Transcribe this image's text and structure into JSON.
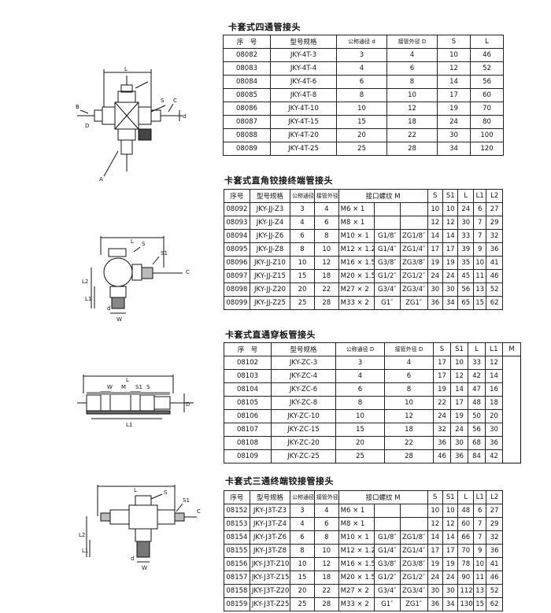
{
  "sections": [
    {
      "title": "卡套式四通管接头",
      "headers": [
        "序　号",
        "型号规格",
        "公称通径 d",
        "接管外径 D",
        "S",
        "L"
      ],
      "rows": [
        [
          "08082",
          "JKY-4T-3",
          "3",
          "4",
          "10",
          "46"
        ],
        [
          "08083",
          "JKY-4T-4",
          "4",
          "6",
          "12",
          "52"
        ],
        [
          "08084",
          "JKY-4T-6",
          "6",
          "8",
          "14",
          "56"
        ],
        [
          "08085",
          "JKY-4T-8",
          "8",
          "10",
          "17",
          "60"
        ],
        [
          "08086",
          "JKY-4T-10",
          "10",
          "12",
          "19",
          "70"
        ],
        [
          "08087",
          "JKY-4T-15",
          "15",
          "18",
          "24",
          "80"
        ],
        [
          "08088",
          "JKY-4T-20",
          "20",
          "22",
          "30",
          "100"
        ],
        [
          "08089",
          "JKY-4T-25",
          "25",
          "28",
          "34",
          "120"
        ]
      ]
    },
    {
      "title": "卡套式直角铰接终端管接头",
      "headers": [
        "序号",
        "型号规格",
        "公称通径 d",
        "接管外径 D",
        "接口螺纹 M",
        "S",
        "S1",
        "L",
        "L1",
        "L2"
      ],
      "rows": [
        [
          "08092",
          "JKY-JJ-Z3",
          "3",
          "4",
          "M6 × 1",
          "",
          "",
          "10",
          "10",
          "24",
          "6",
          "27"
        ],
        [
          "08093",
          "JKY-JJ-Z4",
          "4",
          "6",
          "M8 × 1",
          "",
          "",
          "12",
          "12",
          "30",
          "7",
          "29"
        ],
        [
          "08094",
          "JKY-JJ-Z6",
          "6",
          "8",
          "M10 × 1",
          "G1/8″",
          "ZG1/8″",
          "14",
          "14",
          "33",
          "7",
          "32"
        ],
        [
          "08095",
          "JKY-JJ-Z8",
          "8",
          "10",
          "M12 × 1.25",
          "G1/4″",
          "ZG1/4″",
          "17",
          "17",
          "39",
          "9",
          "36"
        ],
        [
          "08096",
          "JKY-JJ-Z10",
          "10",
          "12",
          "M16 × 1.5",
          "G3/8″",
          "ZG3/8″",
          "19",
          "19",
          "35",
          "10",
          "41"
        ],
        [
          "08097",
          "JKY-JJ-Z15",
          "15",
          "18",
          "M20 × 1.5",
          "G1/2″",
          "ZG1/2″",
          "24",
          "24",
          "45",
          "11",
          "46"
        ],
        [
          "08098",
          "JKY-JJ-Z20",
          "20",
          "22",
          "M27 × 2",
          "G3/4″",
          "ZG3/4″",
          "30",
          "30",
          "56",
          "13",
          "52"
        ],
        [
          "08099",
          "JKY-JJ-Z25",
          "25",
          "28",
          "M33 × 2",
          "G1″",
          "ZG1″",
          "36",
          "34",
          "65",
          "15",
          "62"
        ]
      ]
    },
    {
      "title": "卡套式直通穿板管接头",
      "headers": [
        "序　号",
        "型号规格",
        "公称通径 D",
        "接管外径 D",
        "S",
        "S1",
        "L",
        "L1",
        "M"
      ],
      "rows": [
        [
          "08102",
          "JKY-ZC-3",
          "3",
          "4",
          "17",
          "10",
          "33",
          "12"
        ],
        [
          "08103",
          "JKY-ZC-4",
          "4",
          "6",
          "17",
          "12",
          "42",
          "14"
        ],
        [
          "08104",
          "JKY-ZC-6",
          "6",
          "8",
          "19",
          "14",
          "47",
          "16"
        ],
        [
          "08105",
          "JKY-ZC-8",
          "8",
          "10",
          "22",
          "17",
          "48",
          "18"
        ],
        [
          "08106",
          "JKY-ZC-10",
          "10",
          "12",
          "24",
          "19",
          "50",
          "20"
        ],
        [
          "08107",
          "JKY-ZC-15",
          "15",
          "18",
          "32",
          "24",
          "56",
          "30"
        ],
        [
          "08108",
          "JKY-ZC-20",
          "20",
          "22",
          "36",
          "30",
          "68",
          "36"
        ],
        [
          "08109",
          "JKY-ZC-25",
          "25",
          "28",
          "46",
          "36",
          "84",
          "42"
        ]
      ]
    },
    {
      "title": "卡套式三通终端铰接管接头",
      "headers": [
        "序号",
        "型号规格",
        "公称通径 d",
        "接管外径 D",
        "接口螺纹 M",
        "S",
        "S1",
        "L",
        "L1",
        "L2"
      ],
      "rows": [
        [
          "08152",
          "JKY-J3T-Z3",
          "3",
          "4",
          "M6 × 1",
          "",
          "",
          "10",
          "10",
          "48",
          "6",
          "27"
        ],
        [
          "08153",
          "JKY-J3T-Z4",
          "4",
          "6",
          "M8 × 1",
          "",
          "",
          "12",
          "12",
          "60",
          "7",
          "29"
        ],
        [
          "08154",
          "JKY-J3T-Z6",
          "6",
          "8",
          "M10 × 1",
          "G1/8″",
          "ZG1/8″",
          "14",
          "14",
          "66",
          "7",
          "32"
        ],
        [
          "08155",
          "JKY-J3T-Z8",
          "8",
          "10",
          "M12 × 1.25",
          "G1/4″",
          "ZG1/4″",
          "17",
          "17",
          "70",
          "9",
          "36"
        ],
        [
          "08156",
          "JKY-J3T-Z10",
          "10",
          "12",
          "M16 × 1.5",
          "G3/8″",
          "ZG3/8″",
          "19",
          "19",
          "78",
          "10",
          "41"
        ],
        [
          "08157",
          "JKY-J3T-Z15",
          "15",
          "18",
          "M20 × 1.5",
          "G1/2″",
          "ZG1/2″",
          "24",
          "24",
          "90",
          "11",
          "46"
        ],
        [
          "08158",
          "JKY-J3T-Z20",
          "20",
          "22",
          "M27 × 2",
          "G3/4″",
          "ZG3/4″",
          "30",
          "30",
          "112",
          "13",
          "52"
        ],
        [
          "08159",
          "JKY-J3T-Z25",
          "25",
          "28",
          "M33 × 2",
          "G1″",
          "ZG1″",
          "36",
          "34",
          "130",
          "15",
          "62"
        ]
      ]
    }
  ],
  "drawing_labels": {
    "d1": [
      "L",
      "S",
      "B",
      "D",
      "C",
      "d",
      "A"
    ],
    "d2": [
      "L",
      "S",
      "S1",
      "C",
      "L2",
      "L1",
      "d",
      "W"
    ],
    "d3": [
      "L",
      "W",
      "M",
      "S1",
      "S",
      "D",
      "L1"
    ],
    "d4": [
      "L",
      "S",
      "S1",
      "C",
      "L2",
      "L1",
      "d",
      "W"
    ]
  }
}
